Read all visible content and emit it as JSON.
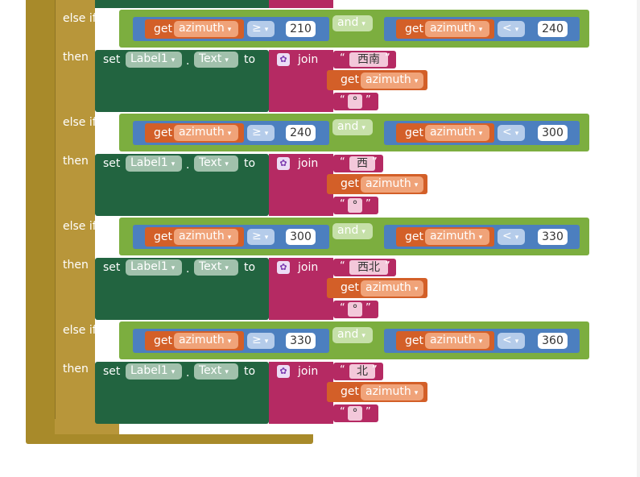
{
  "keywords": {
    "else_if": "else if",
    "then": "then",
    "get": "get",
    "set": "set",
    "to": "to",
    "join": "join",
    "and": "and",
    "dot": ".",
    "open_quote": "“",
    "close_quote": "”"
  },
  "variable": "azimuth",
  "component": "Label1",
  "property": "Text",
  "degree_symbol": "°",
  "dropdown_glyph": "▾",
  "clauses": [
    {
      "op1": "≥",
      "v1": "210",
      "op2": "<",
      "v2": "240",
      "label": "西南"
    },
    {
      "op1": "≥",
      "v1": "240",
      "op2": "<",
      "v2": "300",
      "label": "西"
    },
    {
      "op1": "≥",
      "v1": "300",
      "op2": "<",
      "v2": "330",
      "label": "西北"
    },
    {
      "op1": "≥",
      "v1": "330",
      "op2": "<",
      "v2": "360",
      "label": "北"
    }
  ]
}
